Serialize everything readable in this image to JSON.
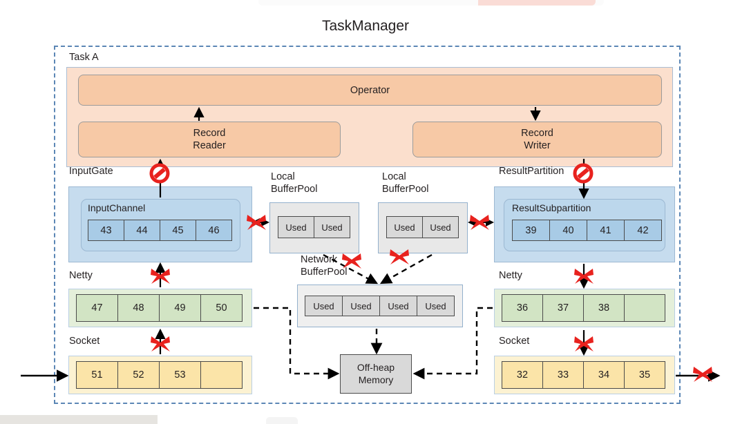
{
  "diagram": {
    "title": "TaskManager",
    "task_label": "Task A",
    "operator_label": "Operator",
    "record_reader": "Record\nReader",
    "record_reader_line1": "Record",
    "record_reader_line2": "Reader",
    "record_writer_line1": "Record",
    "record_writer_line2": "Writer",
    "input_gate_label": "InputGate",
    "input_channel_label": "InputChannel",
    "result_partition_label": "ResultPartition",
    "result_subpartition_label": "ResultSubpartition",
    "netty_label_left": "Netty",
    "netty_label_right": "Netty",
    "socket_label_left": "Socket",
    "socket_label_right": "Socket",
    "local_pool_left_line1": "Local",
    "local_pool_left_line2": "BufferPool",
    "local_pool_right_line1": "Local",
    "local_pool_right_line2": "BufferPool",
    "network_pool_line1": "Network",
    "network_pool_line2": "BufferPool",
    "offheap_line1": "Off-heap",
    "offheap_line2": "Memory",
    "used_label": "Used"
  },
  "buffers": {
    "input_channel": [
      "43",
      "44",
      "45",
      "46"
    ],
    "result_subpartition": [
      "39",
      "40",
      "41",
      "42"
    ],
    "netty_left": [
      "47",
      "48",
      "49",
      "50"
    ],
    "netty_right": [
      "36",
      "37",
      "38",
      ""
    ],
    "socket_left": [
      "51",
      "52",
      "53",
      ""
    ],
    "socket_right": [
      "32",
      "33",
      "34",
      "35"
    ],
    "local_pool_left": [
      "Used",
      "Used"
    ],
    "local_pool_right": [
      "Used",
      "Used"
    ],
    "network_pool": [
      "Used",
      "Used",
      "Used",
      "Used"
    ]
  },
  "colors": {
    "taskmanager_border": "#5b86b5",
    "operator_fill": "#f7c9a6",
    "task_fill": "#fbdfcd",
    "gate_fill": "#c6dcee",
    "buffer_blue": "#a8cbe6",
    "buffer_green": "#d2e4c4",
    "buffer_yellow": "#fbe4a8",
    "pool_gray": "#d9d9d9",
    "blocked_marker": "#e8221e"
  },
  "markers": {
    "blocked_x_name": "red-x-blocked-marker",
    "no_entry_name": "no-entry-marker",
    "blocked_count": 11,
    "no_entry_count": 2
  }
}
